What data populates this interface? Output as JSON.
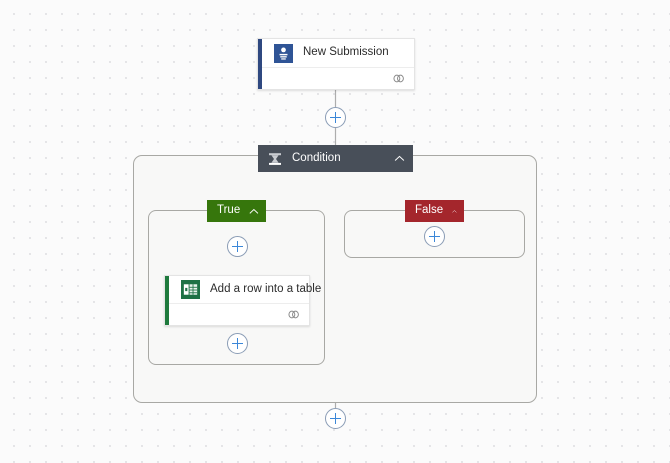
{
  "canvas": {
    "background_color": "#fbfbfb",
    "dot_color": "#dfdfe2"
  },
  "flow": {
    "trigger": {
      "title": "New Submission",
      "icon": "jotform-icon",
      "accent_color": "#2f4880",
      "footer_icon": "link-icon"
    },
    "condition": {
      "title": "Condition",
      "icon": "condition-icon",
      "background_color": "#484f59",
      "collapse_icon": "chevron-up-icon"
    },
    "branches": [
      {
        "label": "True",
        "color": "#36760c",
        "collapse_icon": "chevron-up-icon",
        "actions": [
          {
            "title": "Add a row into a table",
            "icon": "excel-icon",
            "accent_color": "#1f7a3d",
            "footer_icon": "link-icon"
          }
        ]
      },
      {
        "label": "False",
        "color": "#a4262c",
        "collapse_icon": "chevron-up-icon",
        "actions": []
      }
    ],
    "add_buttons": [
      {
        "name": "add-step-after-trigger",
        "label": "+"
      },
      {
        "name": "add-step-true-top",
        "label": "+"
      },
      {
        "name": "add-step-true-bottom",
        "label": "+"
      },
      {
        "name": "add-step-false",
        "label": "+"
      },
      {
        "name": "add-step-after-condition",
        "label": "+"
      }
    ]
  }
}
